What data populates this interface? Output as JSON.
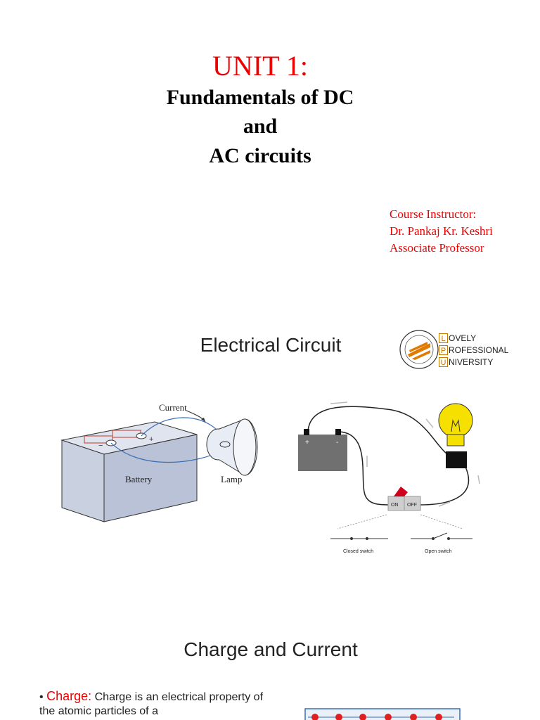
{
  "title": {
    "unit": "UNIT 1:",
    "line1": "Fundamentals of DC",
    "line2": "and",
    "line3": "AC circuits"
  },
  "instructor": {
    "label": "Course Instructor:",
    "name": "Dr. Pankaj Kr. Keshri",
    "role": "Associate Professor"
  },
  "section1": {
    "title": "Electrical Circuit",
    "logo": {
      "letters": [
        "L",
        "P",
        "U"
      ],
      "words": [
        "OVELY",
        "ROFESSIONAL",
        "NIVERSITY"
      ]
    },
    "figure_left": {
      "current_label": "Current",
      "battery_label": "Battery",
      "lamp_label": "Lamp"
    },
    "figure_right": {
      "on_label": "ON",
      "off_label": "OFF",
      "closed_label": "Closed switch",
      "open_label": "Open switch",
      "plus": "+",
      "minus": "-"
    }
  },
  "section2": {
    "title": "Charge and Current",
    "bullet_term": "Charge:",
    "bullet_text": " Charge is an electrical property of the atomic particles of a"
  },
  "colors": {
    "accent_red": "#ee0000",
    "logo_orange": "#c77900",
    "bulb_yellow": "#f5e000"
  }
}
